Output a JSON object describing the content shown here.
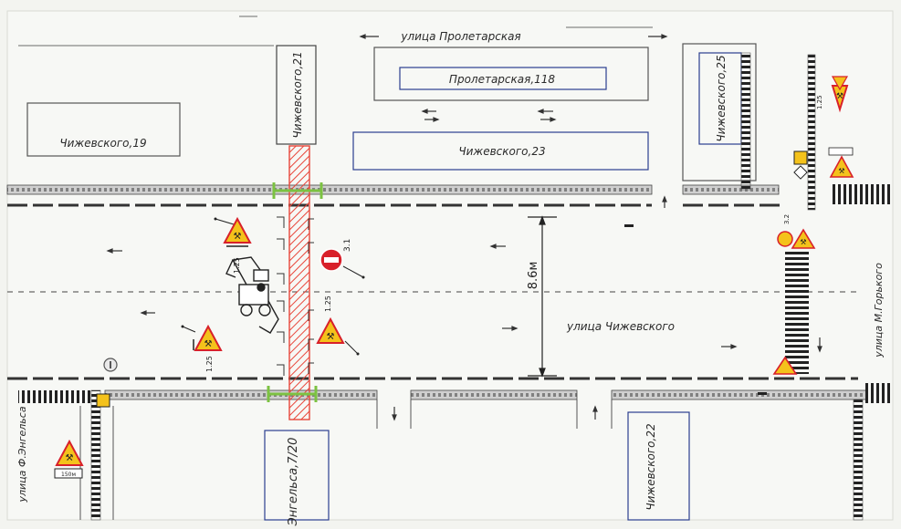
{
  "streets": {
    "proletarskaya": "улица Пролетарская",
    "chizhevskogo": "улица Чижевского",
    "gorkogo": "улица М.Горького",
    "engelsa": "улица Ф.Энгельса"
  },
  "buildings": {
    "chizhevskogo_19": "Чижевского,19",
    "chizhevskogo_21": "Чижевского,21",
    "proletarskaya_118": "Пролетарская,118",
    "chizhevskogo_23": "Чижевского,23",
    "chizhevskogo_25": "Чижевского,25",
    "chizhevskogo_22": "Чижевского,22",
    "engelsa_7_20": "Энгельса,7/20"
  },
  "dimensions": {
    "road_width": "8.6м"
  },
  "signs": {
    "code_1_25": "1.25",
    "code_3_1": "3.1",
    "code_3_2": "3.2",
    "distance_plate": "150м"
  },
  "colors": {
    "trench": "#e8463a",
    "sign_yellow": "#f4c21b",
    "sign_red": "#d8202a",
    "fence_green": "#7cc242",
    "building_blue": "#2c3f8f"
  }
}
